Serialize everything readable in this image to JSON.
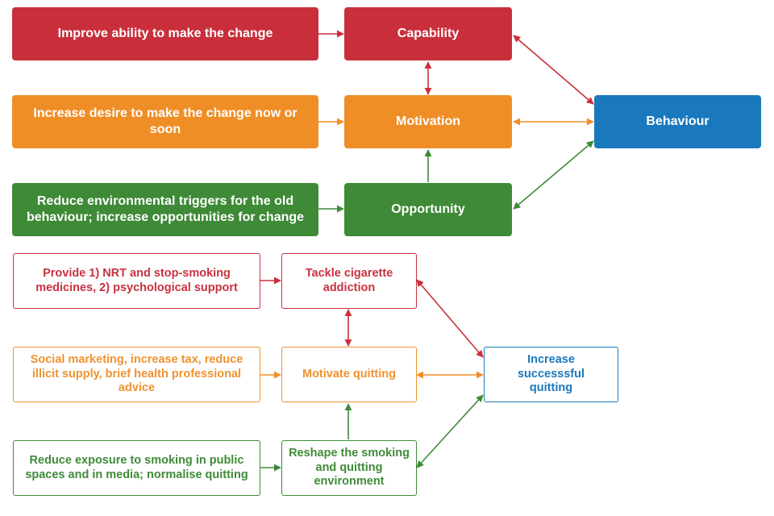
{
  "colors": {
    "red": "#c92f3b",
    "orange": "#ef8e27",
    "green": "#3e8a37",
    "blue": "#1a78bd"
  },
  "top": {
    "improve_ability": "Improve ability to make the change",
    "capability": "Capability",
    "increase_desire": "Increase desire to make the change now or soon",
    "motivation": "Motivation",
    "behaviour": "Behaviour",
    "reduce_triggers": "Reduce environmental triggers for the old behaviour; increase opportunities for change",
    "opportunity": "Opportunity"
  },
  "bottom": {
    "provide_nrt": "Provide 1) NRT and stop-smoking medicines, 2) psychological support",
    "tackle_addiction": "Tackle cigarette addiction",
    "social_marketing": "Social marketing, increase tax, reduce illicit supply, brief health professional advice",
    "motivate_quitting": "Motivate quitting",
    "increase_quitting": "Increase successsful quitting",
    "reduce_exposure": "Reduce exposure to smoking in public spaces and in media; normalise quitting",
    "reshape_environment": "Reshape the smoking and quitting environment"
  }
}
